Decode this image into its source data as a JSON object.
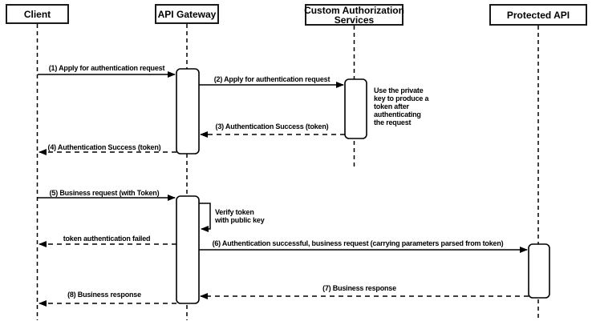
{
  "diagram_type": "uml-sequence-diagram",
  "colors": {
    "line": "#000000",
    "background": "#ffffff",
    "box_fill": "#ffffff",
    "box_border": "#1a1a1a"
  },
  "participants": [
    {
      "name": "Client"
    },
    {
      "name": "API Gateway"
    },
    {
      "name": "Custom Authorization\nServices"
    },
    {
      "name": "Protected API"
    }
  ],
  "messages": [
    {
      "label": "(1) Apply for authentication request",
      "from": "Client",
      "to": "API Gateway",
      "style": "solid"
    },
    {
      "label": "(2) Apply for authentication request",
      "from": "API Gateway",
      "to": "Custom Authorization Services",
      "style": "solid"
    },
    {
      "label": "(3) Authentication Success (token)",
      "from": "Custom Authorization Services",
      "to": "API Gateway",
      "style": "dashed-return"
    },
    {
      "label": "(4) Authentication Success (token)",
      "from": "API Gateway",
      "to": "Client",
      "style": "dashed-return"
    },
    {
      "label": "(5) Business request (with Token)",
      "from": "Client",
      "to": "API Gateway",
      "style": "solid"
    },
    {
      "label": "Verify token\nwith public key",
      "from": "API Gateway",
      "to": "API Gateway",
      "style": "self"
    },
    {
      "label": "token authentication failed",
      "from": "API Gateway",
      "to": "Client",
      "style": "dashed-return"
    },
    {
      "label": "(6) Authentication successful, business request (carrying parameters parsed from token)",
      "from": "API Gateway",
      "to": "Protected API",
      "style": "solid"
    },
    {
      "label": "(7) Business response",
      "from": "Protected API",
      "to": "API Gateway",
      "style": "dashed-return"
    },
    {
      "label": "(8) Business response",
      "from": "API Gateway",
      "to": "Client",
      "style": "dashed-return"
    }
  ],
  "notes": [
    {
      "text": "Use the private\nkey to produce a\ntoken after\nauthenticating\nthe request",
      "attached_to": "Custom Authorization Services"
    }
  ]
}
